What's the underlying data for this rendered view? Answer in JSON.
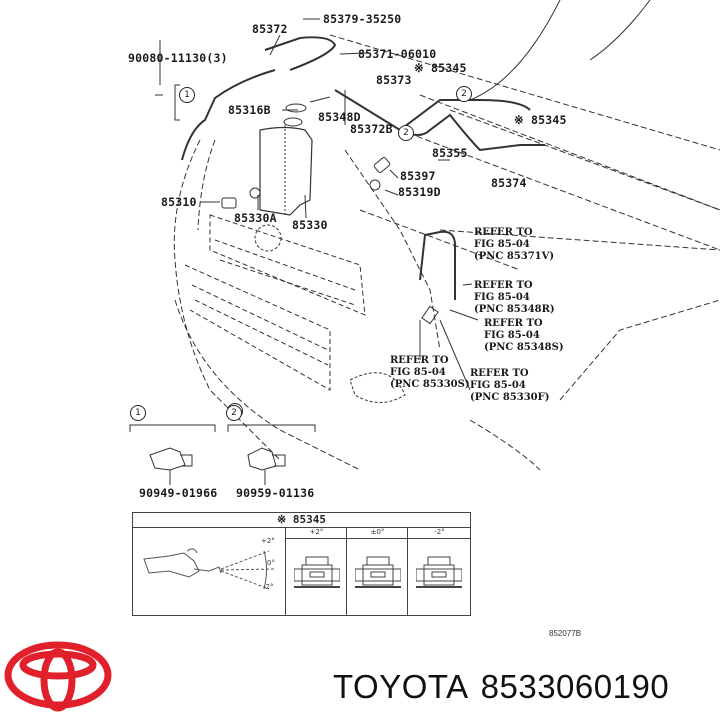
{
  "diagram": {
    "part_labels": {
      "p85372": "85372",
      "p85379": "85379-35250",
      "p90080": "90080-11130(3)",
      "p85371": "85371-06010",
      "p85345a": "※ 85345",
      "p85373": "85373",
      "p85316b": "85316B",
      "p85348d": "85348D",
      "p85372b": "85372B",
      "p85345b": "※ 85345",
      "p85355": "85355",
      "p85374": "85374",
      "p85397": "85397",
      "p85319d": "85319D",
      "p85310": "85310",
      "p85330a": "85330A",
      "p85330": "85330"
    },
    "callouts": {
      "c1": "1",
      "c2a": "2",
      "c2b": "2",
      "c2c": "2",
      "c1_legend": "1",
      "c2_legend": "2"
    },
    "refer_notes": [
      "REFER TO\nFIG 85-04\n(PNC 85371V)",
      "REFER TO\nFIG 85-04\n(PNC 85348R)",
      "REFER TO\nFIG 85-04\n(PNC 85348S)",
      "REFER TO\nFIG 85-04\n(PNC 85330S)",
      "REFER TO\nFIG 85-04\n(PNC 85330F)"
    ],
    "connectors": {
      "c1_part": "90949-01966",
      "c2_part": "90959-01136"
    },
    "adjust_table": {
      "title": "※ 85345",
      "columns": [
        "+2°",
        "±0°",
        "-2°"
      ],
      "angles": [
        "+2°",
        "0°",
        "-2°"
      ]
    },
    "figure_code": "852077B"
  },
  "footer": {
    "brand": "TOYOTA",
    "part_number": "8533060190",
    "logo_color": "#e0202a"
  }
}
